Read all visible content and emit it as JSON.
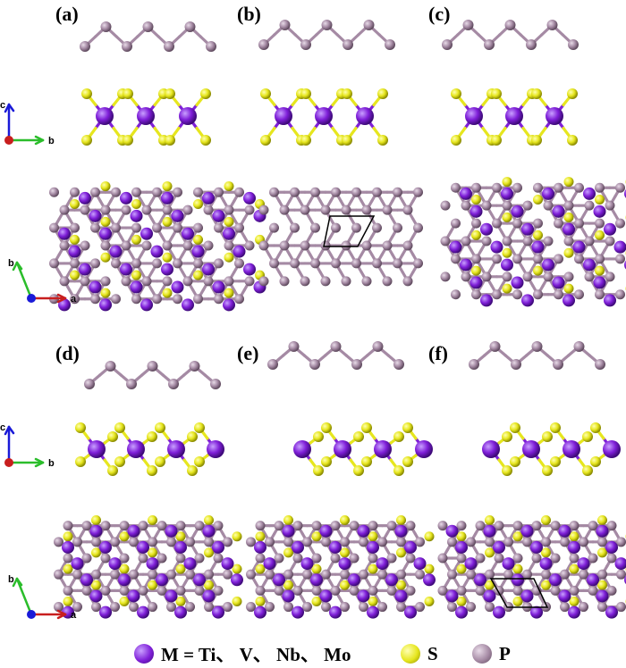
{
  "panels": [
    {
      "label": "(a)"
    },
    {
      "label": "(b)"
    },
    {
      "label": "(c)"
    },
    {
      "label": "(d)"
    },
    {
      "label": "(e)"
    },
    {
      "label": "(f)"
    }
  ],
  "axes_labels": {
    "side_up": "c",
    "side_right": "b",
    "top_up": "b",
    "top_right": "a"
  },
  "legend": {
    "metal": "M = Ti、 V、 Nb、 Mo",
    "sulfur": "S",
    "phosphorus": "P"
  },
  "colors": {
    "metal": "#7f1fd8",
    "sulfur": "#e6e61e",
    "phosphorus": "#a58aa4",
    "axis_c": "#1a1ad8",
    "axis_b": "#2bbd2b",
    "axis_a": "#c81e1e"
  }
}
